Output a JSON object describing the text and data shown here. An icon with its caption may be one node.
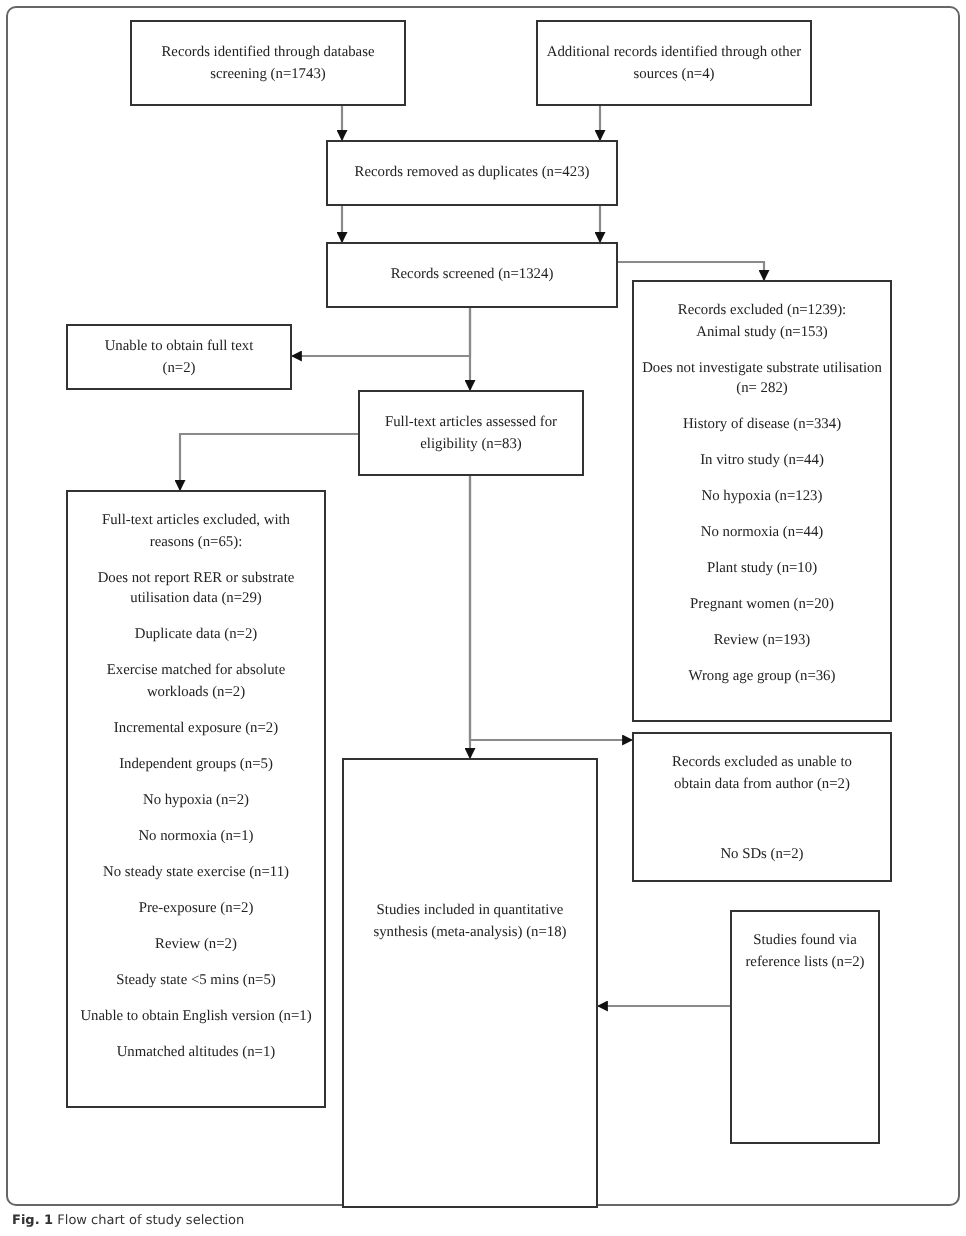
{
  "diagram": {
    "caption": "**Fig. 1** Flow chart of study selection",
    "nodes": [
      {
        "text": [
          "Records identified through database screening (n=1743)"
        ]
      },
      {
        "text": [
          "Additional records identified through other sources (n=4)"
        ]
      },
      {
        "text": [
          "Records removed as duplicates (n=423)"
        ]
      },
      {
        "text": [
          "Records screened (n=1324)"
        ]
      },
      {
        "text": [
          "Records excluded (n=1239):",
          "Animal study (n=153)",
          "Does not investigate substrate utilisation (n= 282)",
          "History of disease (n=334)",
          "In vitro study (n=44)",
          "No hypoxia (n=123)",
          "No normoxia (n=44)",
          "Plant study (n=10)",
          "Pregnant women (n=20)",
          "Review (n=193)",
          "Wrong age group (n=36)"
        ]
      },
      {
        "text": [
          "Unable to obtain full text (n=2)"
        ]
      },
      {
        "text": [
          "Full-text articles assessed for eligibility (n=83)"
        ]
      },
      {
        "text": [
          "Full-text articles excluded, with reasons (n=65):",
          "Does not report RER or substrate utilisation data (n=29)",
          "Duplicate data (n=2)",
          "Exercise matched for absolute workloads (n=2)",
          "Incremental exposure (n=2)",
          "Independent groups (n=5)",
          "No hypoxia (n=2)",
          "No normoxia (n=1)",
          "No steady state exercise (n=11)",
          "Pre-exposure (n=2)",
          "Review (n=2)",
          "Steady state <5 mins (n=5)",
          "Unable to obtain English version (n=1)",
          "Unmatched altitudes (n=1)"
        ]
      },
      {
        "text": [
          "Records excluded as unable to obtain data from author (n=2)",
          "No SDs (n=2)"
        ]
      },
      {
        "text": [
          "Studies included in quantitative synthesis (meta-analysis) (n=18)"
        ]
      },
      {
        "text": [
          "Studies found via reference lists (n=2)"
        ]
      }
    ],
    "edges": [
      {
        "from": 0,
        "to": 2,
        "arrow": "to"
      },
      {
        "from": 1,
        "to": 2,
        "arrow": "to"
      },
      {
        "from": 2,
        "to": 3,
        "arrow": "to"
      },
      {
        "from": 2,
        "to": 3,
        "arrow": "to"
      },
      {
        "from": 3,
        "to": 4,
        "arrow": "to"
      },
      {
        "from": 3,
        "to": 5,
        "arrow": "to"
      },
      {
        "from": 3,
        "to": 6,
        "arrow": "to"
      },
      {
        "from": 6,
        "to": 7,
        "arrow": "to"
      },
      {
        "from": 6,
        "to": 9,
        "arrow": "to"
      },
      {
        "from": 6,
        "to": 8,
        "arrow": "to"
      },
      {
        "from": 10,
        "to": 9,
        "arrow": "to"
      }
    ]
  }
}
